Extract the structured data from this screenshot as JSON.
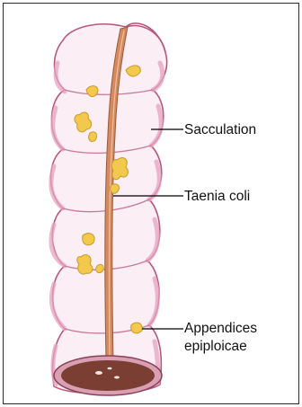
{
  "labels": {
    "sacculation": "Sacculation",
    "taenia_coli": "Taenia coli",
    "appendices_line1": "Appendices",
    "appendices_line2": "epiploicae"
  },
  "colors": {
    "tube_fill": "#fbeef4",
    "tube_outline": "#b8587a",
    "tube_shade": "#e7a3c2",
    "taenia_band": "#d48a5e",
    "taenia_outline": "#9a5a38",
    "fat_tags": "#f2c94c",
    "fat_outline": "#c9992a",
    "lumen": "#7a3f32",
    "lumen_rim": "#d9a0b4",
    "leader_line": "#000000"
  }
}
